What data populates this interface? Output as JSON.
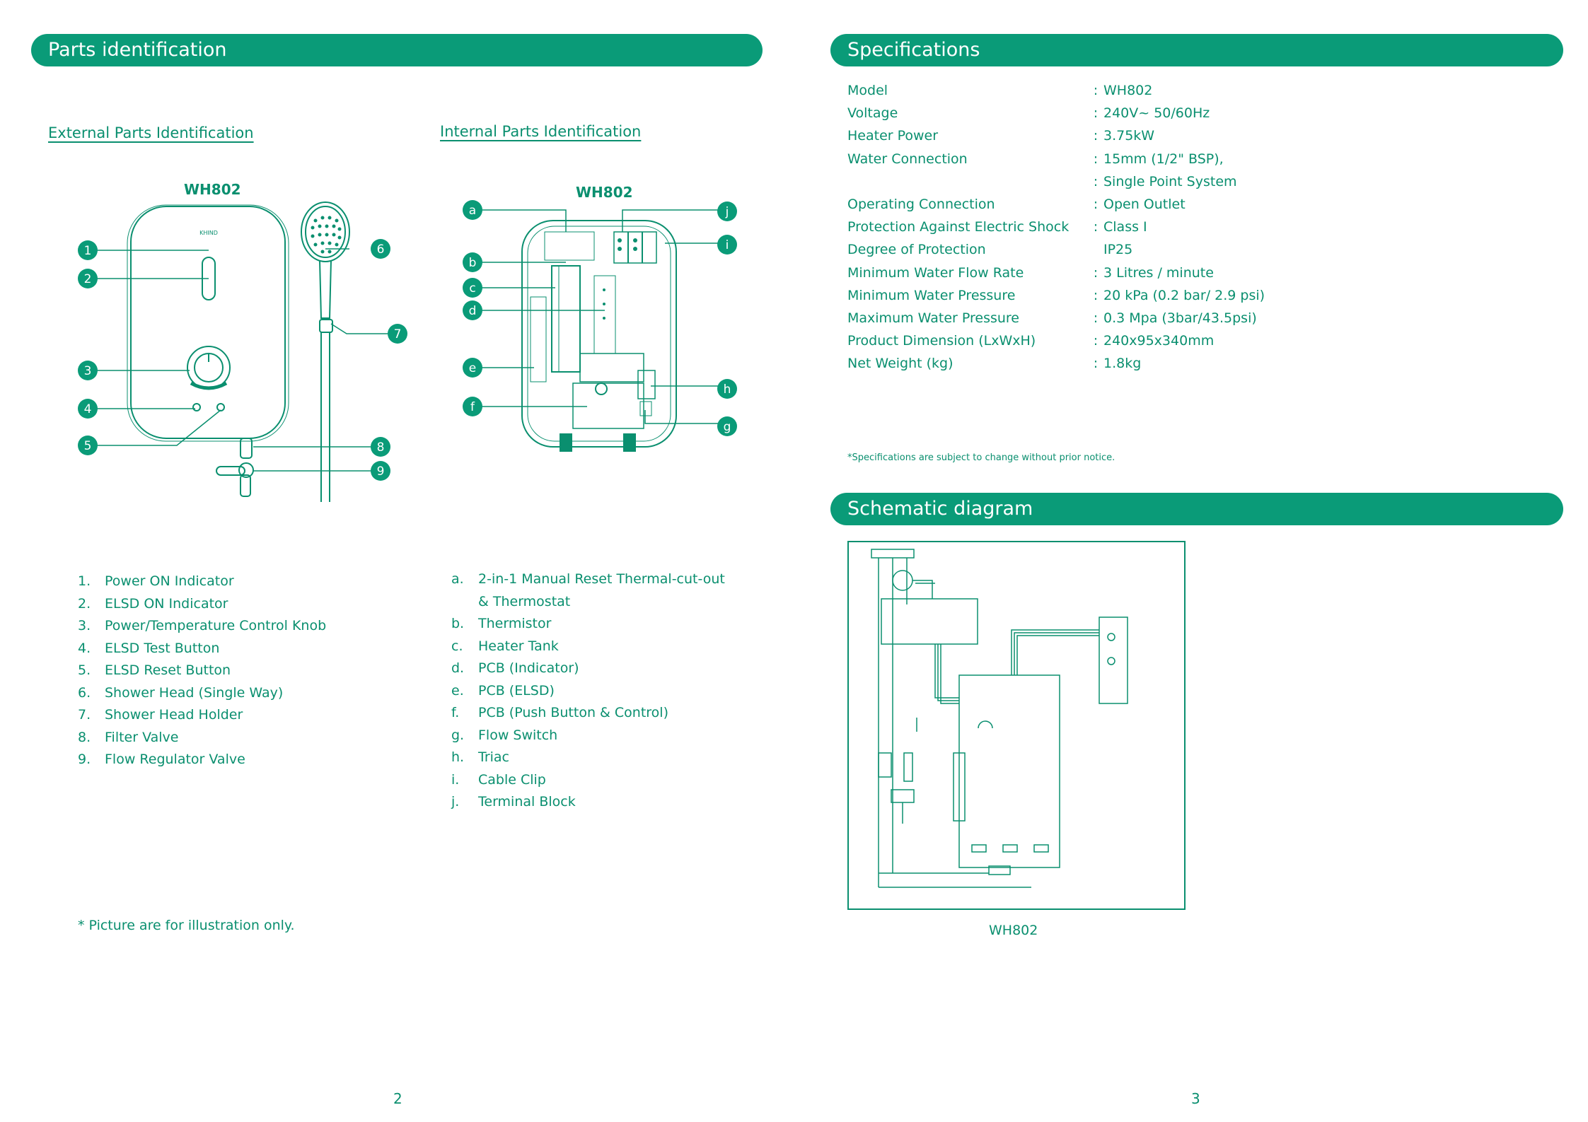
{
  "left_page": {
    "banner_title": "Parts identification",
    "external": {
      "heading": "External Parts Identification",
      "model": "WH802",
      "brand_mark": "KHIND",
      "callouts": [
        "1",
        "2",
        "3",
        "4",
        "5",
        "6",
        "7",
        "8",
        "9"
      ],
      "parts": [
        {
          "num": "1.",
          "label": "Power ON Indicator"
        },
        {
          "num": "2.",
          "label": "ELSD ON Indicator"
        },
        {
          "num": "3.",
          "label": "Power/Temperature Control Knob"
        },
        {
          "num": "4.",
          "label": "ELSD Test Button"
        },
        {
          "num": "5.",
          "label": "ELSD Reset Button"
        },
        {
          "num": "6.",
          "label": "Shower Head (Single Way)"
        },
        {
          "num": "7.",
          "label": "Shower Head Holder"
        },
        {
          "num": "8.",
          "label": "Filter Valve"
        },
        {
          "num": "9.",
          "label": "Flow Regulator Valve"
        }
      ]
    },
    "internal": {
      "heading": "Internal Parts Identification",
      "model": "WH802",
      "callouts": [
        "a",
        "b",
        "c",
        "d",
        "e",
        "f",
        "g",
        "h",
        "i",
        "j"
      ],
      "parts": [
        {
          "num": "a.",
          "label": "2-in-1 Manual Reset Thermal-cut-out",
          "cont": "& Thermostat"
        },
        {
          "num": "b.",
          "label": "Thermistor"
        },
        {
          "num": "c.",
          "label": "Heater Tank"
        },
        {
          "num": "d.",
          "label": "PCB (Indicator)"
        },
        {
          "num": "e.",
          "label": "PCB (ELSD)"
        },
        {
          "num": "f.",
          "label": "PCB (Push Button & Control)"
        },
        {
          "num": "g.",
          "label": "Flow Switch"
        },
        {
          "num": "h.",
          "label": "Triac"
        },
        {
          "num": "i.",
          "label": "Cable Clip"
        },
        {
          "num": "j.",
          "label": "Terminal Block"
        }
      ]
    },
    "footnote": "* Picture are for illustration only.",
    "page_number": "2"
  },
  "right_page": {
    "specs_title": "Specifications",
    "specs": [
      {
        "key": "Model",
        "sep": ":",
        "value": "WH802"
      },
      {
        "key": "Voltage",
        "sep": ":",
        "value": "240V~ 50/60Hz"
      },
      {
        "key": "Heater Power",
        "sep": ":",
        "value": "3.75kW"
      },
      {
        "key": "Water Connection",
        "sep": ":",
        "value": "15mm (1/2\" BSP),"
      },
      {
        "key": "",
        "sep": ":",
        "value": "Single Point System"
      },
      {
        "key": "Operating Connection",
        "sep": ":",
        "value": "Open Outlet"
      },
      {
        "key": "Protection Against Electric Shock",
        "sep": ":",
        "value": "Class I"
      },
      {
        "key": "Degree of Protection",
        "sep": "",
        "value": "IP25"
      },
      {
        "key": "Minimum Water Flow Rate",
        "sep": ":",
        "value": "3 Litres / minute"
      },
      {
        "key": "Minimum Water Pressure",
        "sep": ":",
        "value": "20 kPa (0.2 bar/ 2.9 psi)"
      },
      {
        "key": "Maximum Water Pressure",
        "sep": ":",
        "value": "0.3 Mpa (3bar/43.5psi)"
      },
      {
        "key": "Product Dimension (LxWxH)",
        "sep": ":",
        "value": "240x95x340mm"
      },
      {
        "key": "Net Weight (kg)",
        "sep": ":",
        "value": "1.8kg"
      }
    ],
    "specs_note": "*Specifications are subject to change without prior notice.",
    "schematic_title": "Schematic diagram",
    "schematic_caption": "WH802",
    "page_number": "3"
  },
  "colors": {
    "accent": "#0a9b78",
    "text": "#0a8f6f"
  }
}
